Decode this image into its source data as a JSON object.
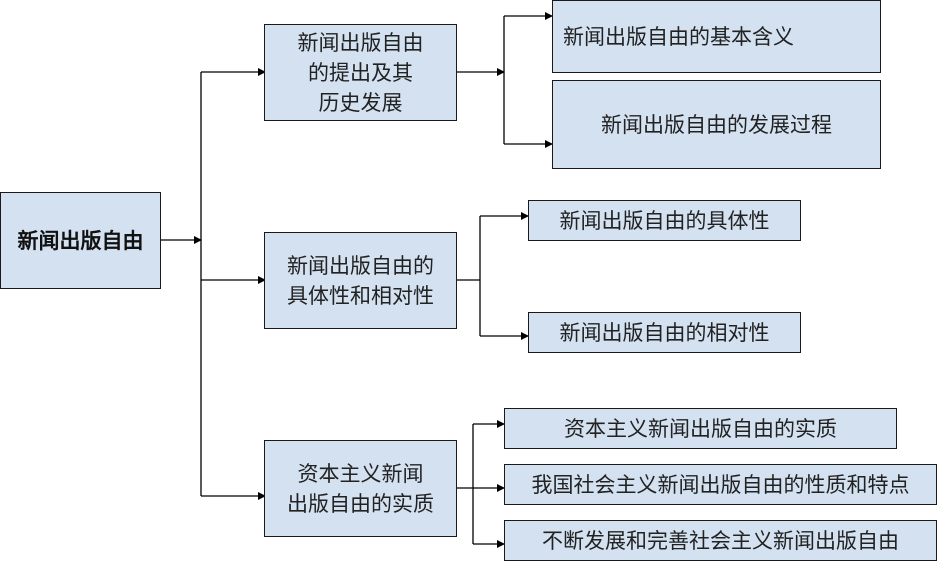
{
  "diagram": {
    "root": {
      "label": "新闻出版自由"
    },
    "branches": [
      {
        "label": "新闻出版自由\n的提出及其\n历史发展",
        "children": [
          "新闻出版自由的基本含义",
          "新闻出版自由的发展过程"
        ]
      },
      {
        "label": "新闻出版自由的\n具体性和相对性",
        "children": [
          "新闻出版自由的具体性",
          "新闻出版自由的相对性"
        ]
      },
      {
        "label": "资本主义新闻\n出版自由的实质",
        "children": [
          "资本主义新闻出版自由的实质",
          "我国社会主义新闻出版自由的性质和特点",
          "不断发展和完善社会主义新闻出版自由"
        ]
      }
    ],
    "colors": {
      "box_fill": "#D3E1F1",
      "border": "#1a1a1a",
      "connector": "#000000"
    }
  }
}
